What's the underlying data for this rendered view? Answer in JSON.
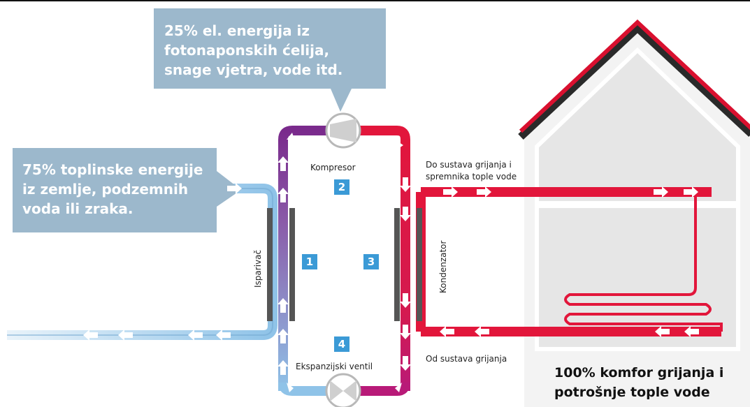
{
  "callouts": {
    "electricity": "25% el. energija iz\nfotonaponskih ćelija,\nsnage vjetra, vode itd.",
    "heat_source": "75% toplinske energije\niz zemlje, podzemnih\nvoda ili zraka."
  },
  "components": {
    "compressor": "Kompresor",
    "expansion_valve": "Ekspanzijski ventil",
    "evaporator": "Isparivač",
    "condenser": "Kondenzator"
  },
  "flows": {
    "supply": "Do sustava grijanja i\nspremnika tople vode",
    "return": "Od sustava grijanja"
  },
  "steps": [
    "1",
    "2",
    "3",
    "4"
  ],
  "house_caption": "100% komfor grijanja i\npotrošnje tople vode",
  "colors": {
    "callout": "#9cb8cc",
    "cold": "#8fc3e8",
    "warm": "#e2163b",
    "violet": "#7a2a8c",
    "roof": "#d9102f",
    "badge": "#3b9ad6"
  }
}
